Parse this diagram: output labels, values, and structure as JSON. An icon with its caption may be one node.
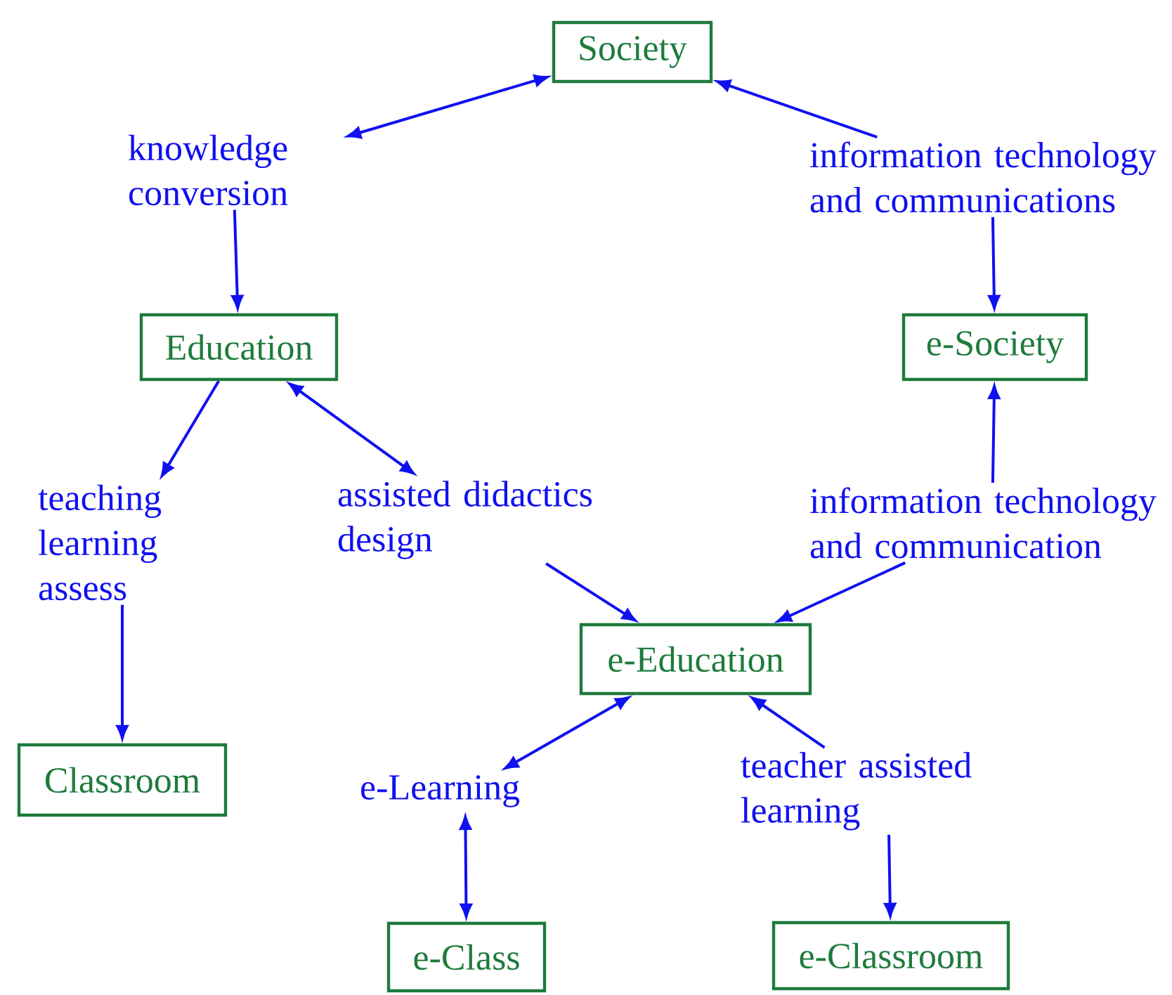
{
  "diagram": {
    "nodes": [
      {
        "text": [
          "Society"
        ]
      },
      {
        "text": [
          "knowledge conversion"
        ]
      },
      {
        "text": [
          "information technology and communications"
        ]
      },
      {
        "text": [
          "Education"
        ]
      },
      {
        "text": [
          "e-Society"
        ]
      },
      {
        "text": [
          "teaching learning assess"
        ]
      },
      {
        "text": [
          "assisted didactics design"
        ]
      },
      {
        "text": [
          "information technology and communication"
        ]
      },
      {
        "text": [
          "e-Education"
        ]
      },
      {
        "text": [
          "Classroom"
        ]
      },
      {
        "text": [
          "e-Learning"
        ]
      },
      {
        "text": [
          "teacher assisted learning"
        ]
      },
      {
        "text": [
          "e-Class"
        ]
      },
      {
        "text": [
          "e-Classroom"
        ]
      }
    ],
    "edges": [
      {
        "from": 1,
        "to": 0,
        "arrow": "both"
      },
      {
        "from": 2,
        "to": 0,
        "arrow": "to"
      },
      {
        "from": 1,
        "to": 3,
        "arrow": "to"
      },
      {
        "from": 2,
        "to": 4,
        "arrow": "to"
      },
      {
        "from": 3,
        "to": 5,
        "arrow": "to"
      },
      {
        "from": 3,
        "to": 6,
        "arrow": "both"
      },
      {
        "from": 7,
        "to": 4,
        "arrow": "to"
      },
      {
        "from": 6,
        "to": 8,
        "arrow": "to"
      },
      {
        "from": 7,
        "to": 8,
        "arrow": "to"
      },
      {
        "from": 5,
        "to": 9,
        "arrow": "to"
      },
      {
        "from": 8,
        "to": 10,
        "arrow": "both"
      },
      {
        "from": 11,
        "to": 8,
        "arrow": "to"
      },
      {
        "from": 10,
        "to": 12,
        "arrow": "both"
      },
      {
        "from": 11,
        "to": 13,
        "arrow": "to"
      }
    ]
  }
}
